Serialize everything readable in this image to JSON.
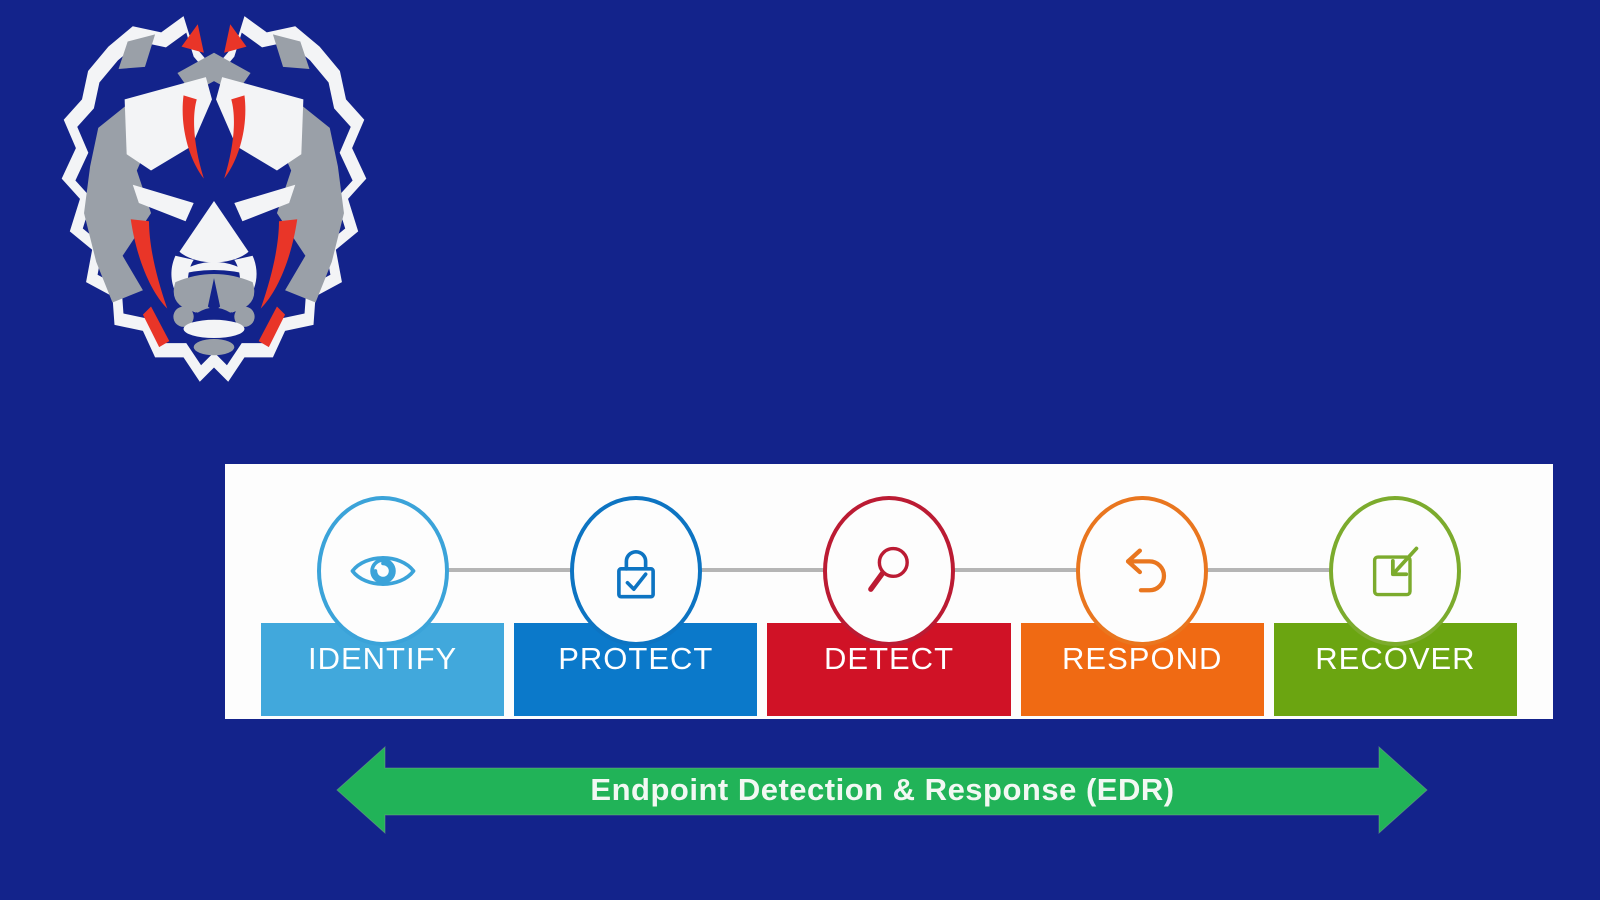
{
  "background_color": "#13238b",
  "logo": {
    "name": "bear-mascot-logo",
    "white_color": "#f3f4f6",
    "gray_color": "#9aa0a8",
    "red_color": "#e93528"
  },
  "framework": {
    "panel_bg": "#fdfdfd",
    "connector_color": "#b5b5b5",
    "label_color": "#ffffff",
    "steps": [
      {
        "label": "IDENTIFY",
        "icon": "eye-icon",
        "bar_color": "#41a8dc",
        "ring_color": "#3ba3d9"
      },
      {
        "label": "PROTECT",
        "icon": "padlock-check-icon",
        "bar_color": "#0b79ca",
        "ring_color": "#0d74c2"
      },
      {
        "label": "DETECT",
        "icon": "magnifier-icon",
        "bar_color": "#d01226",
        "ring_color": "#bb1b33"
      },
      {
        "label": "RESPOND",
        "icon": "undo-arrow-icon",
        "bar_color": "#f06a13",
        "ring_color": "#e9761f"
      },
      {
        "label": "RECOVER",
        "icon": "import-arrow-icon",
        "bar_color": "#6ba511",
        "ring_color": "#7cab2d"
      }
    ]
  },
  "edr_banner": {
    "label": "Endpoint Detection & Response (EDR)",
    "arrow_color": "#21b358",
    "text_color": "#f2f8f3"
  }
}
